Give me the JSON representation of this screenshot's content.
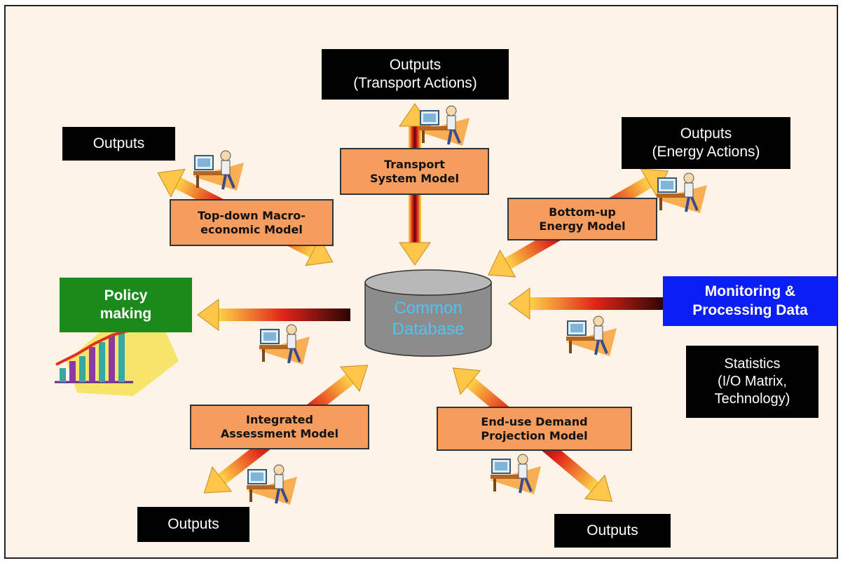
{
  "colors": {
    "background": "#fdf3e7",
    "model_box": "#f59d5f",
    "output_box": "#000000",
    "policy_box": "#1a8a1a",
    "monitoring_box": "#0a1ef5",
    "database": "#8c8c8c",
    "database_text": "#4fc3f7"
  },
  "database": {
    "label": "Common\nDatabase"
  },
  "outputs": {
    "transport": "Outputs\n(Transport Actions)",
    "top_left": "Outputs",
    "energy": "Outputs\n(Energy Actions)",
    "bottom_left": "Outputs",
    "bottom_right": "Outputs"
  },
  "models": {
    "transport": "Transport\nSystem Model",
    "top_down": "Top-down Macro-\neconomic Model",
    "bottom_up": "Bottom-up\nEnergy Model",
    "integrated": "Integrated\nAssessment Model",
    "end_use": "End-use Demand\nProjection Model"
  },
  "policy": {
    "label": "Policy\nmaking"
  },
  "monitoring": {
    "label": "Monitoring &\nProcessing Data"
  },
  "statistics": {
    "label": "Statistics\n(I/O Matrix,\nTechnology)"
  },
  "icons": [
    "computer-user-clipart-icon",
    "bar-chart-clipart-icon",
    "database-cylinder-icon"
  ]
}
